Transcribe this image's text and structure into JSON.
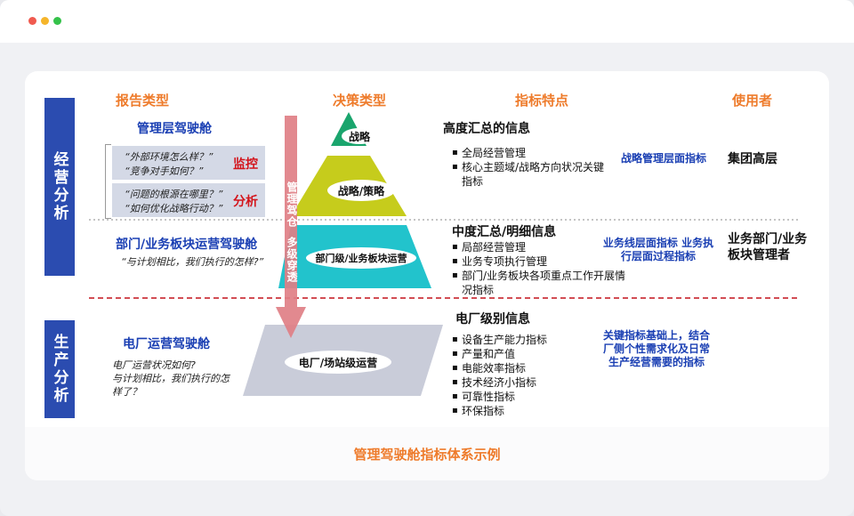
{
  "headers": {
    "report_type": "报告类型",
    "decision_type": "决策类型",
    "indicator_features": "指标特点",
    "users": "使用者"
  },
  "side_labels": {
    "operation": "经营分析",
    "production": "生产分析"
  },
  "management_cockpit": {
    "title": "管理层驾驶舱",
    "monitor": {
      "q1": "“外部环境怎么样？”",
      "q2": "“竞争对手如何？”",
      "label": "监控"
    },
    "analysis": {
      "q1": "“问题的根源在哪里？”",
      "q2": "“如何优化战略行动？”",
      "label": "分析"
    }
  },
  "department_cockpit": {
    "title": "部门/业务板块运营驾驶舱",
    "quote": "“与计划相比，我们执行的怎样?”"
  },
  "plant_cockpit": {
    "title": "电厂运营驾驶舱",
    "quote_line1": "电厂运营状况如何?",
    "quote_line2": "与计划相比，我们执行的怎",
    "quote_line3": "样了？"
  },
  "arrow_labels": {
    "management": "管理驾仓",
    "penetration": "多级穿透"
  },
  "pyramid": {
    "level1": "战略",
    "level2": "战略/策略",
    "level3": "部门级/业务板块运营",
    "level4": "电厂/场站级运营"
  },
  "features": {
    "high": {
      "title": "高度汇总的信息",
      "items": [
        "全局经营管理",
        "核心主题域/战略方向状况关键指标"
      ]
    },
    "mid": {
      "title": "中度汇总/明细信息",
      "items": [
        "局部经营管理",
        "业务专项执行管理",
        "部门/业务板块各项重点工作开展情况指标"
      ]
    },
    "plant": {
      "title": "电厂级别信息",
      "items": [
        "设备生产能力指标",
        "产量和产值",
        "电能效率指标",
        "技术经济小指标",
        "可靠性指标",
        "环保指标"
      ]
    }
  },
  "indicator_levels": {
    "strategic": "战略管理层面指标",
    "business_line": "业务线层面指标 业务执行层面过程指标",
    "key": "关键指标基础上，结合厂侧个性需求化及日常生产经营需要的指标"
  },
  "users": {
    "group": "集团高层",
    "dept": "业务部门/业务板块管理者"
  },
  "caption": "管理驾驶舱指标体系示例",
  "colors": {
    "accent_orange": "#ee7b2b",
    "side_blue": "#2b4cb0",
    "pyramid_top": "#1aa56d",
    "pyramid_mid": "#c6cc1c",
    "pyramid_low": "#22c3cc",
    "pyramid_base": "#c9ccd9",
    "arrow": "#e07f86",
    "label_red": "#d3141b",
    "title_blue": "#1a3fb3"
  }
}
